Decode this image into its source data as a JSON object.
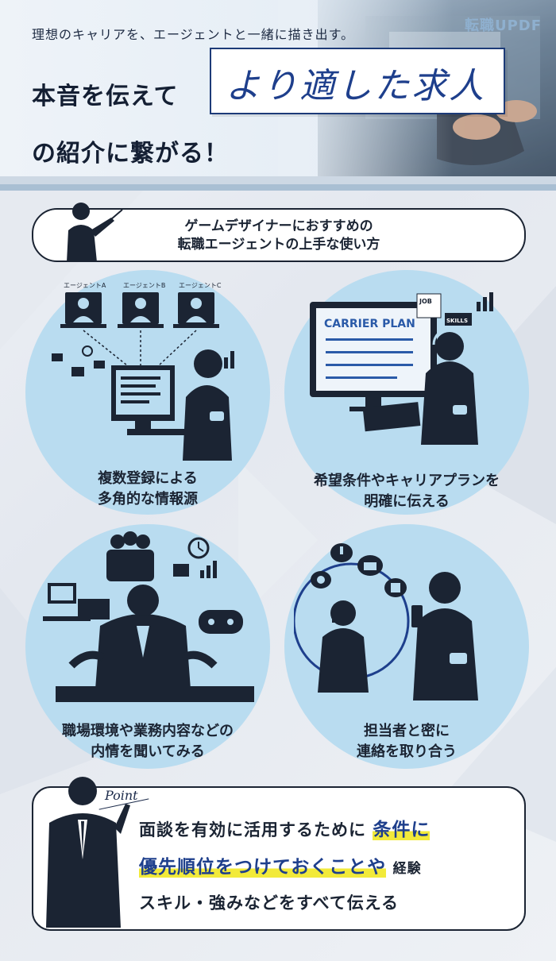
{
  "header": {
    "tagline": "理想のキャリアを、エージェントと一緒に描き出す。",
    "logo_text": "転職UPDF",
    "logo_small": "",
    "headline_part1": "本音を伝えて",
    "headline_emphasis": "より適した求人",
    "headline_part2": "の紹介に繋がる！"
  },
  "subheading": {
    "line1": "ゲームデザイナーにおすすめの",
    "line2": "転職エージェントの上手な使い方"
  },
  "tips": [
    {
      "line1": "複数登録による",
      "line2": "多角的な情報源",
      "labels": [
        "エージェントA",
        "エージェントB",
        "エージェントC"
      ]
    },
    {
      "line1": "希望条件やキャリアプランを",
      "line2": "明確に伝える",
      "labels": [
        "CARRIER PLAN",
        "JOB",
        "SKILLS"
      ]
    },
    {
      "line1": "職場環境や業務内容などの",
      "line2": "内情を聞いてみる"
    },
    {
      "line1": "担当者と密に",
      "line2": "連絡を取り合う"
    }
  ],
  "point": {
    "label": "Point",
    "l1_pre": "面談を有効に活用するために",
    "l1_hl": "条件に",
    "l2_hl": "優先順位をつけておくことや",
    "l2_post": "経験",
    "l3": "スキル・強みなどをすべて伝える"
  },
  "colors": {
    "navy": "#1b2433",
    "blue": "#1e3f8c",
    "circle": "#b9dcf0",
    "highlight": "#f2ea3a"
  }
}
